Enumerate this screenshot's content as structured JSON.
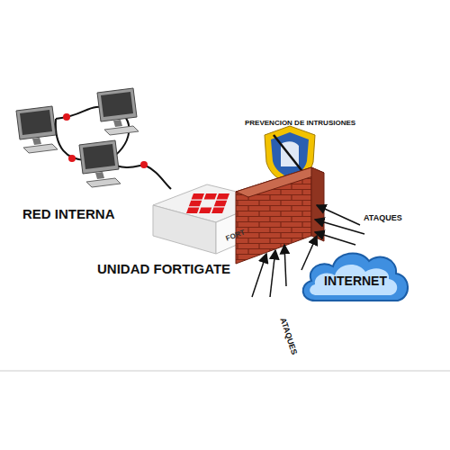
{
  "diagram": {
    "nodes": [
      {
        "text": [
          "INTERNET"
        ]
      }
    ],
    "labels": [
      "PREVENCION DE INTRUSIONES",
      "RED INTERNA",
      "UNIDAD FORTIGATE",
      "ATAQUES",
      "ATAQUES",
      "FORT"
    ]
  }
}
